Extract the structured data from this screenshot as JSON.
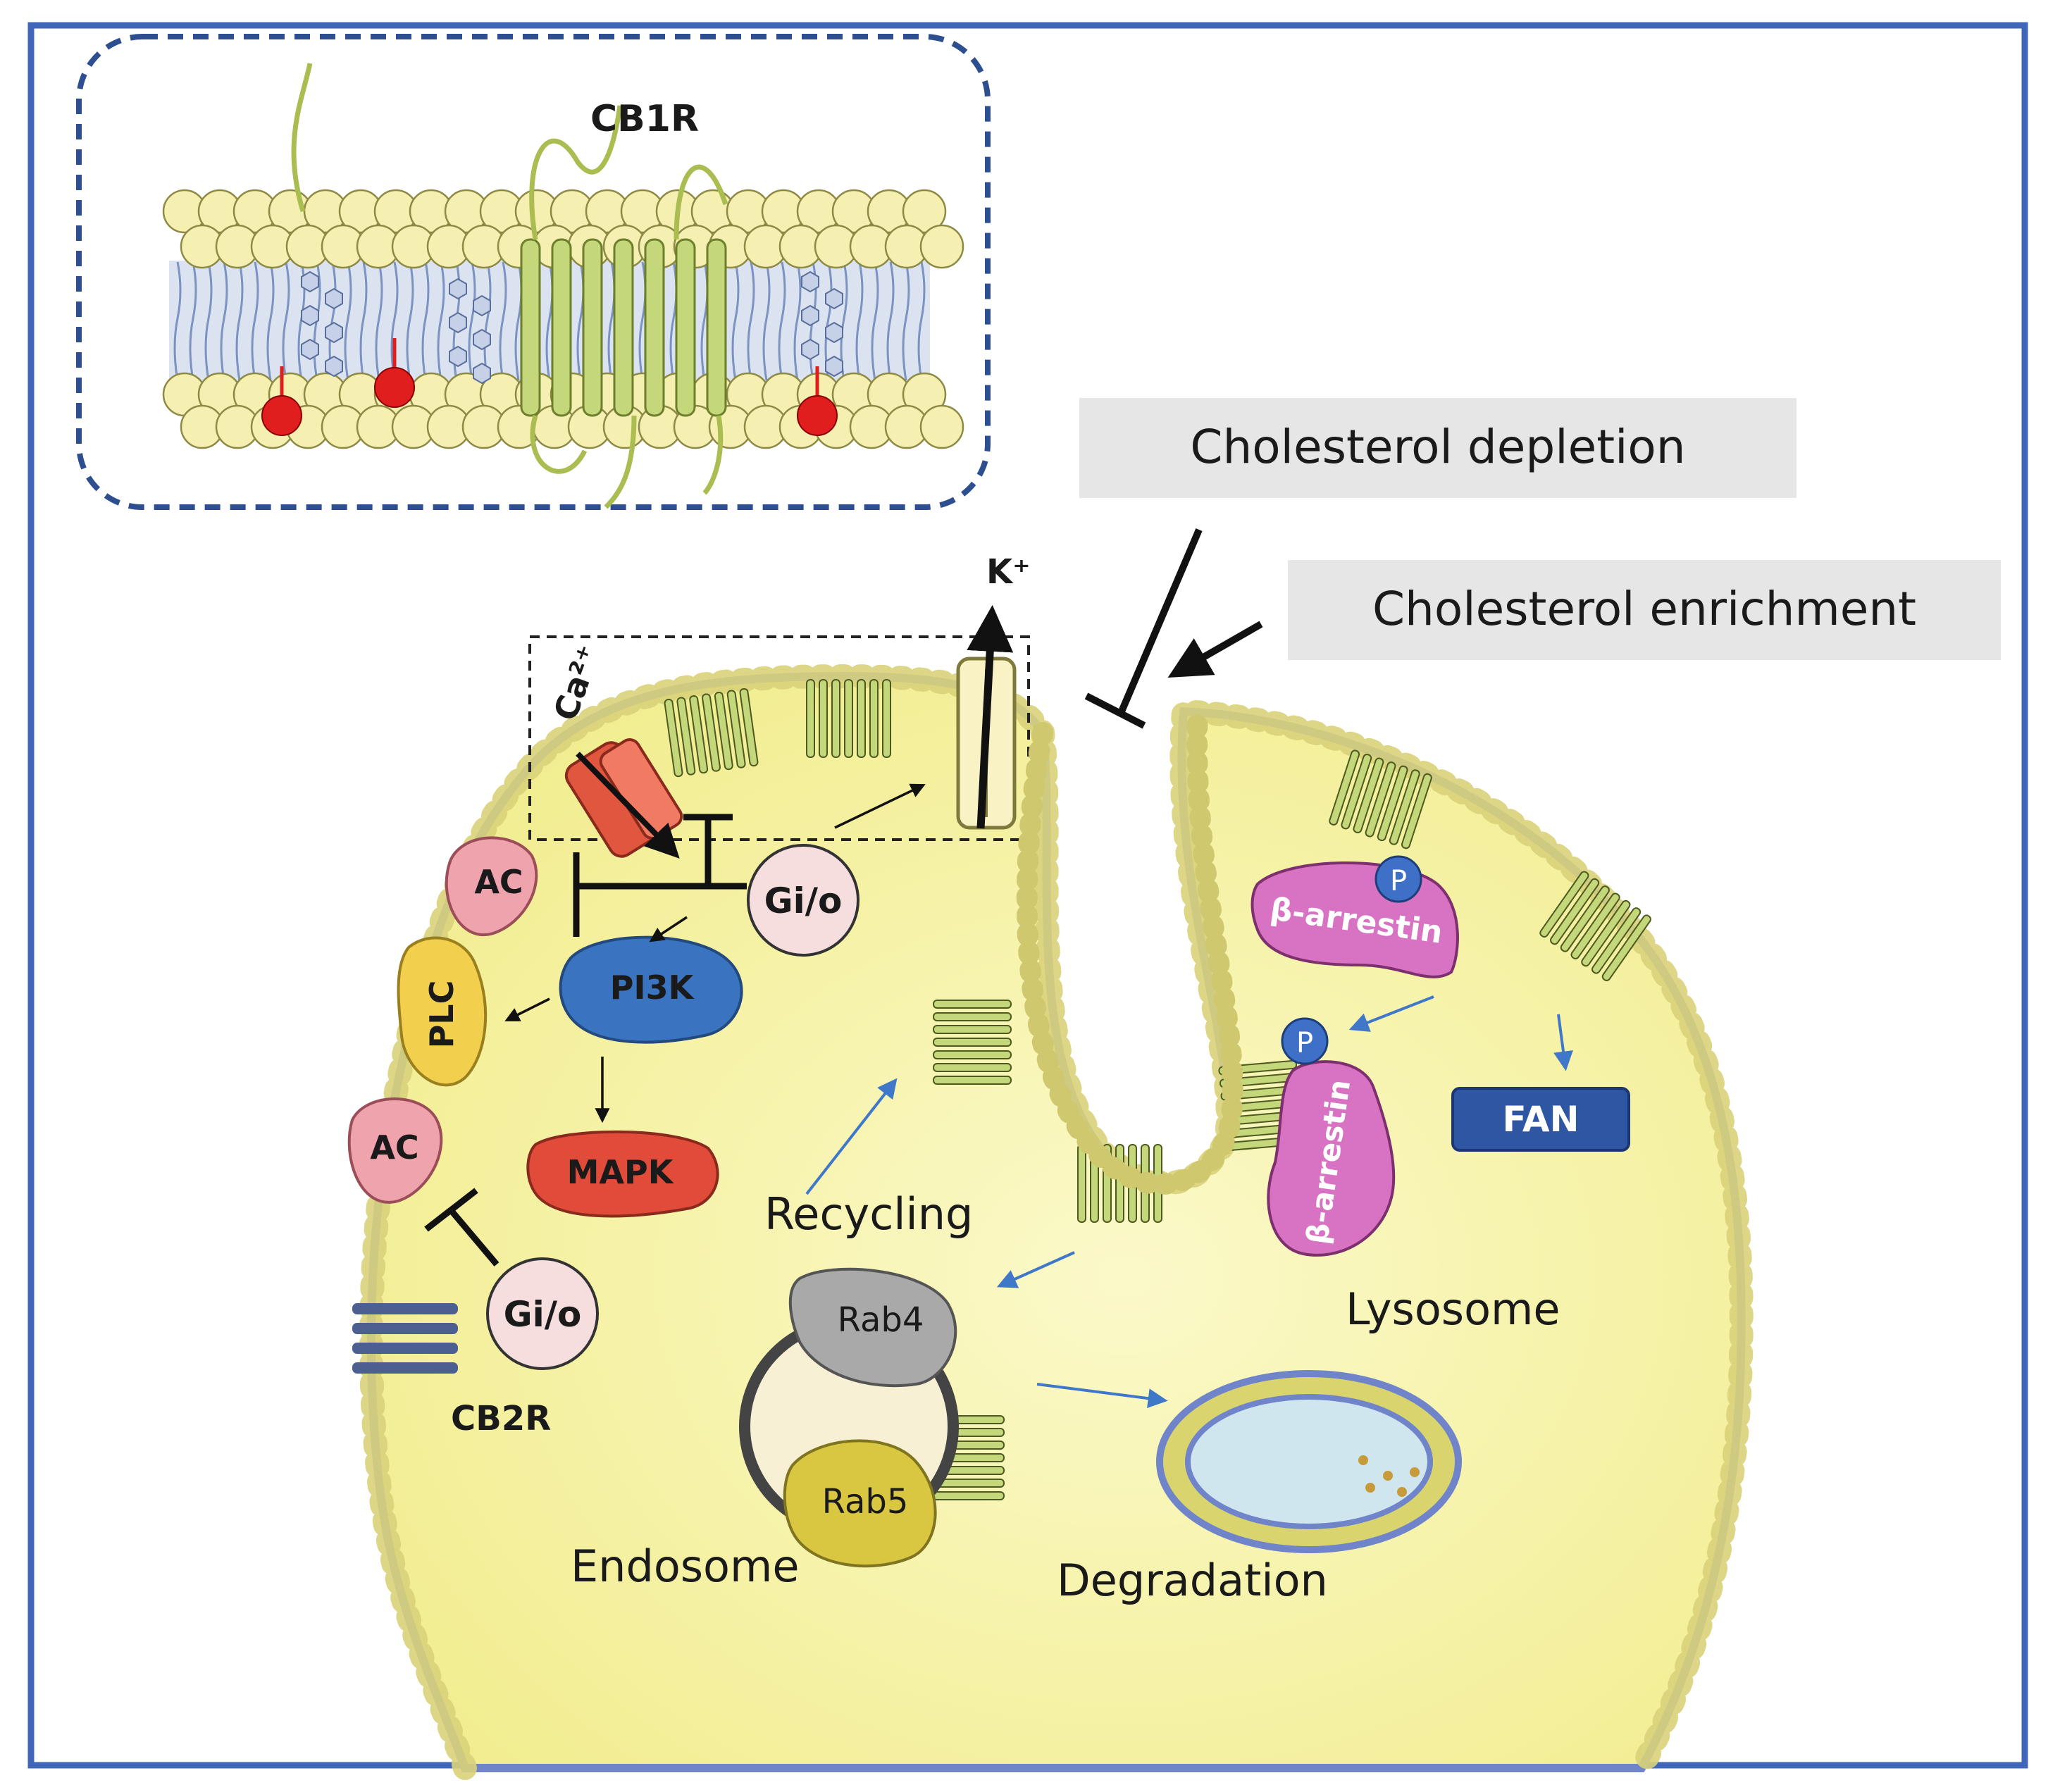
{
  "labels": {
    "cb1r": "CB1R",
    "cholesterol_depletion": "Cholesterol depletion",
    "cholesterol_enrichment": "Cholesterol enrichment",
    "k_ion": "K⁺",
    "ca_ion": "Ca²⁺",
    "ac_top": "AC",
    "ac_bottom": "AC",
    "plc": "PLC",
    "gio_top": "Gi/o",
    "gio_bottom": "Gi/o",
    "pi3k": "PI3K",
    "mapk": "MAPK",
    "recycling": "Recycling",
    "cb2r": "CB2R",
    "endosome": "Endosome",
    "rab4": "Rab4",
    "rab5": "Rab5",
    "degradation": "Degradation",
    "lysosome": "Lysosome",
    "fan": "FAN",
    "beta_arrestin_1": "β-arrestin",
    "beta_arrestin_2": "β-arrestin",
    "p1": "P",
    "p2": "P"
  },
  "colors": {
    "frame": "#3f66b8",
    "inset_border": "#2e4f8f",
    "cell_fill": "#f7f4a6",
    "lipid_head": "#f5efb2",
    "membrane_blue": "#6f84c9",
    "receptor_green": "#c4d77a",
    "ac_pink": "#eea3ad",
    "plc_yellow": "#f2d04e",
    "gio_fill": "#f6dede",
    "pi3k_blue": "#3a73c0",
    "mapk_red": "#e04b3a",
    "arrestin_pink": "#d773c2",
    "fan_blue": "#2f56a3",
    "p_blue": "#3f70c8",
    "rab4_gray": "#a9a9a9",
    "rab5_yellow": "#d9c742",
    "callout_gray": "#e6e6e6"
  }
}
